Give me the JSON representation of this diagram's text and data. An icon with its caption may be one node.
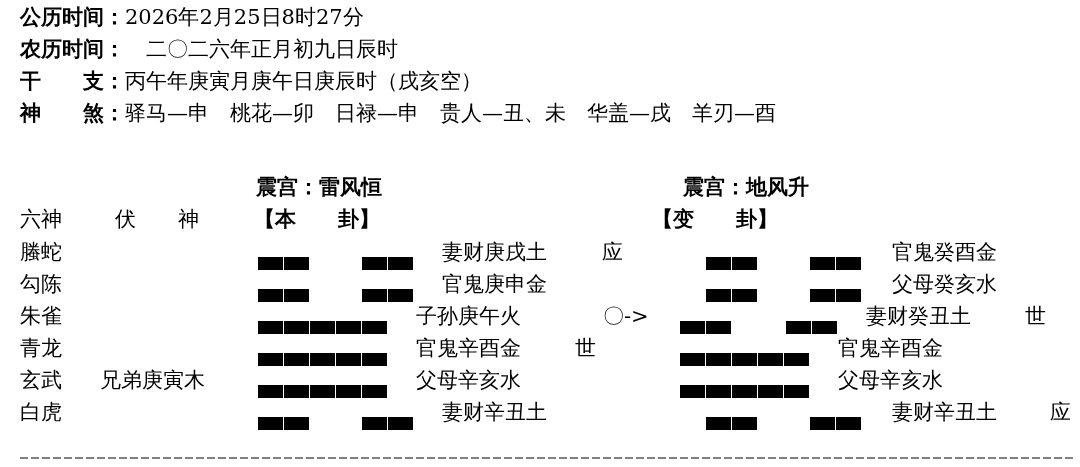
{
  "diagram": {
    "labels": [
      "**公历时间：**2026年2月25日8时27分",
      "**农历时间：**　二〇二六年正月初九日辰时",
      "**干　　支：**丙午年庚寅月庚午日庚辰时（戌亥空）",
      "**神　　煞：**驿马—申　桃花—卯　日禄—申　贵人—丑、未　华盖—戌　羊刃—酉",
      "震宫：雷风恒",
      "震宫：地风升",
      "六神",
      "伏　　神",
      "【本　　卦】",
      "【变　　卦】",
      "螣蛇",
      "妻财庚戌土",
      "应",
      "官鬼癸酉金",
      "勾陈",
      "官鬼庚申金",
      "父母癸亥水",
      "朱雀",
      "子孙庚午火",
      "〇->",
      "妻财癸丑土",
      "世",
      "青龙",
      "官鬼辛酉金",
      "世",
      "官鬼辛酉金",
      "玄武",
      "兄弟庚寅木",
      "父母辛亥水",
      "父母辛亥水",
      "白虎",
      "妻财辛丑土",
      "妻财辛丑土",
      "应"
    ]
  }
}
